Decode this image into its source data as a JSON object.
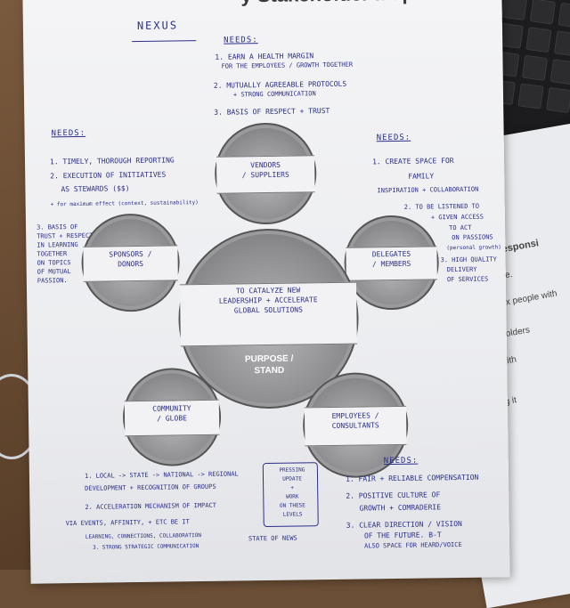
{
  "title": "y Stakeholder Map",
  "nexus_label": "NEXUS",
  "needs_nexus": {
    "label": "NEEDS:",
    "items": [
      "1. EARN A HEALTH MARGIN",
      "FOR THE EMPLOYEES / GROWTH TOGETHER",
      "2. MUTUALLY AGREEABLE PROTOCOLS",
      "+ STRONG COMMUNICATION",
      "3. BASIS OF RESPECT + TRUST"
    ]
  },
  "needs_left": {
    "label": "NEEDS:",
    "items": [
      "1. TIMELY, THOROUGH REPORTING",
      "2. EXECUTION OF INITIATIVES",
      "AS STEWARDS ($$)",
      "+ for maximum effect (context, sustainability)"
    ]
  },
  "needs_left_3": [
    "3. BASIS OF",
    "TRUST + RESPECT",
    "IN LEARNING",
    "TOGETHER",
    "ON TOPICS",
    "OF MUTUAL",
    "PASSION."
  ],
  "needs_right": {
    "label": "NEEDS:",
    "items": [
      "1. CREATE SPACE FOR",
      "FAMILY",
      "INSPIRATION + COLLABORATION",
      "2. TO BE LISTENED TO",
      "+ GIVEN ACCESS",
      "TO ACT",
      "ON PASSIONS",
      "(personal growth)",
      "3. HIGH QUALITY",
      "DELIVERY",
      "OF SERVICES"
    ]
  },
  "needs_bottom_right": {
    "label": "NEEDS:",
    "items": [
      "1. FAIR + RELIABLE COMPENSATION",
      "2. POSITIVE CULTURE OF",
      "GROWTH + COMRADERIE",
      "3. CLEAR DIRECTION / VISION",
      "OF THE FUTURE. B-T",
      "ALSO SPACE FOR HEARD/VOICE"
    ]
  },
  "needs_bottom_left": {
    "items": [
      "1. LOCAL -> STATE -> NATIONAL -> REGIONAL",
      "DEVELOPMENT + RECOGNITION OF GROUPS",
      "2. ACCELERATION MECHANISM OF IMPACT",
      "VIA EVENTS, AFFINITY, + ETC BE IT",
      "LEARNING, CONNECTIONS, COLLABORATION",
      "3. STRONG STRATEGIC COMMUNICATION"
    ],
    "bracket": [
      "PRESSING",
      "UPDATE",
      "+",
      "WORK",
      "ON THESE",
      "LEVELS"
    ],
    "state_of_news": "STATE OF NEWS"
  },
  "circles": {
    "vendors": [
      "VENDORS",
      "/ SUPPLIERS"
    ],
    "sponsors": [
      "SPONSORS /",
      "DONORS"
    ],
    "delegates": [
      "DELEGATES",
      "/ MEMBERS"
    ],
    "community": [
      "COMMUNITY",
      "/ GLOBE"
    ],
    "employees": [
      "EMPLOYEES /",
      "CONSULTANTS"
    ],
    "center": [
      "TO CATALYZE NEW",
      "LEADERSHIP + ACCELERATE",
      "GLOBAL SOLUTIONS"
    ]
  },
  "purpose": [
    "PURPOSE /",
    "STAND"
  ],
  "background_doc": {
    "title": "keholder Responsi",
    "lines": [
      "ver time.",
      "d complex people with",
      "stakeholders",
      "e with",
      "g it"
    ]
  }
}
